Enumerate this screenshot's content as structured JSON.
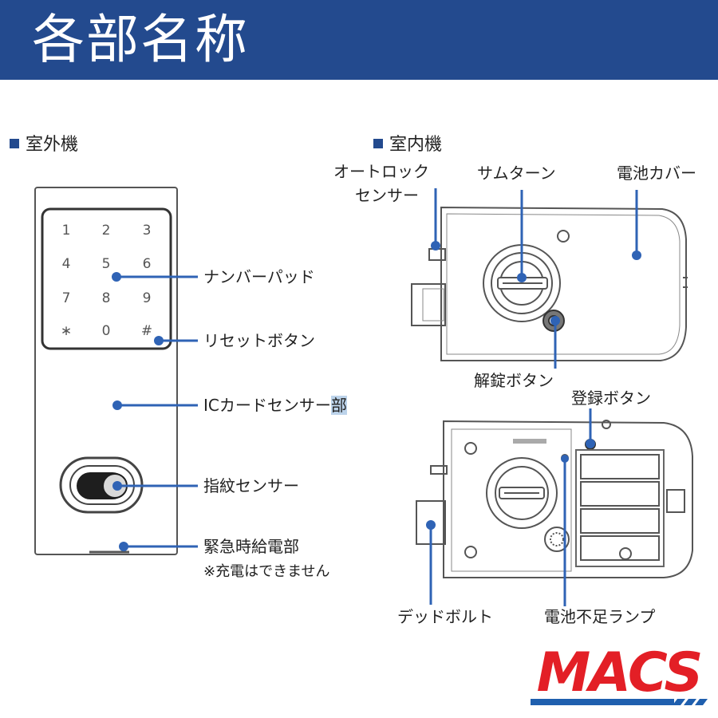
{
  "header": {
    "title": "各部名称"
  },
  "outdoor": {
    "section_label": "室外機",
    "keypad_keys": [
      "1",
      "2",
      "3",
      "4",
      "5",
      "6",
      "7",
      "8",
      "9",
      "∗",
      "0",
      "#"
    ],
    "labels": {
      "number_pad": "ナンバーパッド",
      "reset_button": "リセットボタン",
      "ic_card_sensor": "ICカードセンサー",
      "ic_card_sensor_suffix": "部",
      "fingerprint_sensor": "指紋センサー",
      "emergency_power": "緊急時給電部",
      "emergency_note": "※充電はできません"
    }
  },
  "indoor": {
    "section_label": "室内機",
    "labels": {
      "auto_lock_sensor_line1": "オートロック",
      "auto_lock_sensor_line2": "センサー",
      "thumb_turn": "サムターン",
      "battery_cover": "電池カバー",
      "unlock_button": "解錠ボタン",
      "register_button": "登録ボタン",
      "deadbolt": "デッドボルト",
      "low_battery_lamp": "電池不足ランプ"
    }
  },
  "logo": {
    "text": "MACS"
  },
  "colors": {
    "accent": "#234a8e",
    "leader": "#2f63b5",
    "logo_red": "#e31f26",
    "logo_blue": "#1f5fae"
  }
}
